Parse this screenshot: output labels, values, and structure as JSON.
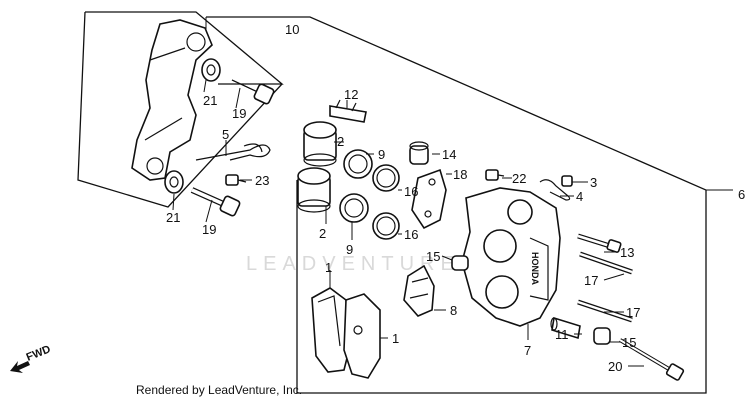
{
  "diagram": {
    "watermark": "LEADVENTURE",
    "credit": "Rendered by LeadVenture, Inc.",
    "direction_label": "FWD",
    "callouts": {
      "n1a": "1",
      "n1b": "1",
      "n2a": "2",
      "n2b": "2",
      "n3": "3",
      "n4": "4",
      "n5": "5",
      "n6": "6",
      "n7": "7",
      "n8": "8",
      "n9a": "9",
      "n9b": "9",
      "n10": "10",
      "n11": "11",
      "n12": "12",
      "n13": "13",
      "n14": "14",
      "n15a": "15",
      "n15b": "15",
      "n16a": "16",
      "n16b": "16",
      "n17a": "17",
      "n17b": "17",
      "n18": "18",
      "n19a": "19",
      "n19b": "19",
      "n20": "20",
      "n21a": "21",
      "n21b": "21",
      "n22": "22",
      "n23": "23"
    }
  }
}
